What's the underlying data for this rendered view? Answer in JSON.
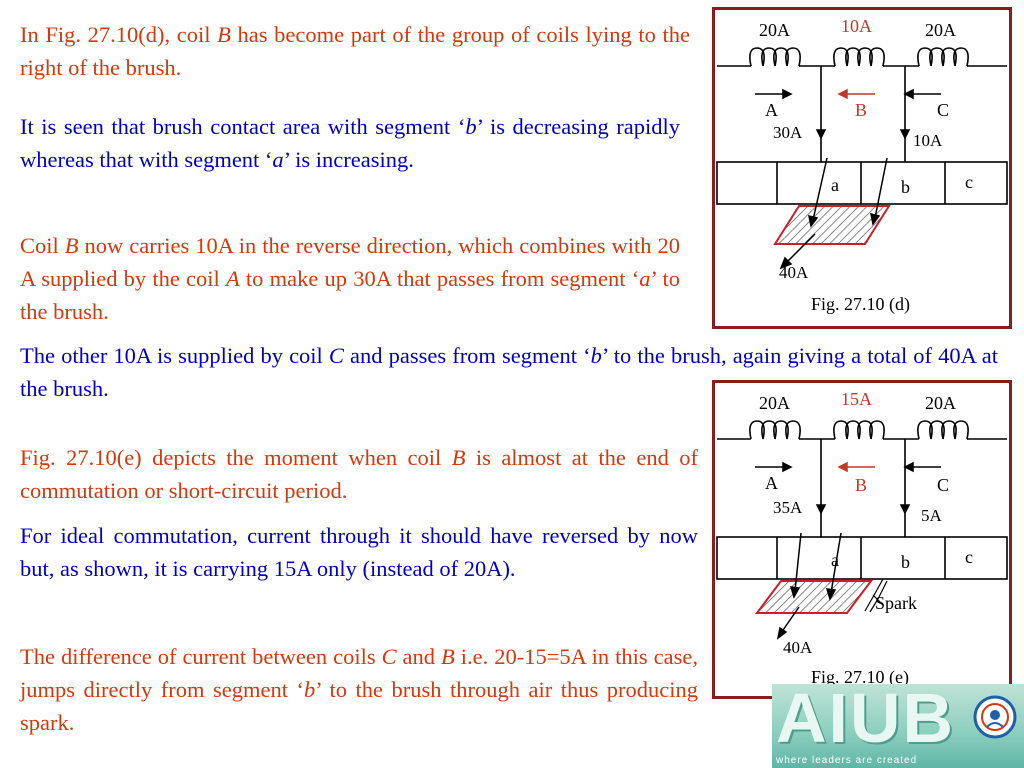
{
  "paragraphs": {
    "p1": {
      "pre": "In Fig. 27.10(d), coil ",
      "coil": "B",
      "post": " has become part of the group of coils lying to the right of the brush."
    },
    "p2": {
      "pre": "It is seen that brush contact area with segment ‘",
      "seg1": "b",
      "mid": "’ is decreasing rapidly whereas that with segment ‘",
      "seg2": "a",
      "post": "’ is increasing."
    },
    "p3": {
      "pre": "Coil ",
      "coil_b": "B",
      "mid1": " now carries 10A in the reverse direction, which combines with 20 A supplied by the coil ",
      "coil_a": "A",
      "mid2": " to make up 30A that passes from segment ‘",
      "seg": "a",
      "post": "’ to the brush."
    },
    "p4": {
      "pre": "The other 10A is supplied by coil ",
      "coil": "C",
      "mid": " and passes from segment ‘",
      "seg": "b",
      "post": "’ to the brush, again giving a total of 40A at the brush."
    },
    "p5": {
      "pre": "Fig. 27.10(e) depicts the moment when coil ",
      "coil": "B",
      "post": " is almost at the end of commutation or short-circuit period."
    },
    "p6": {
      "text": "For ideal commutation, current through it should have reversed by now but, as shown, it is carrying 15A only (instead of 20A)."
    },
    "p7": {
      "pre": "The difference of current between coils ",
      "coil_c": "C",
      "mid1": " and ",
      "coil_b": "B",
      "mid2": " i.e. 20-15=5A in this case, jumps directly from segment ‘",
      "seg": "b",
      "post": "’ to the brush through air thus producing spark."
    }
  },
  "figure_d": {
    "coil_a_current": "20A",
    "coil_b_current": "10A",
    "coil_c_current": "20A",
    "coil_a_label": "A",
    "coil_b_label": "B",
    "coil_c_label": "C",
    "left_lead_current": "30A",
    "right_lead_current": "10A",
    "segment_a": "a",
    "segment_b": "b",
    "segment_c": "c",
    "brush_current": "40A",
    "caption": "Fig. 27.10 (d)"
  },
  "figure_e": {
    "coil_a_current": "20A",
    "coil_b_current": "15A",
    "coil_c_current": "20A",
    "coil_a_label": "A",
    "coil_b_label": "B",
    "coil_c_label": "C",
    "left_lead_current": "35A",
    "right_lead_current": "5A",
    "segment_a": "a",
    "segment_b": "b",
    "segment_c": "c",
    "spark_label": "Spark",
    "brush_current": "40A",
    "caption": "Fig. 27.10 (e)"
  },
  "logo": {
    "letters": "AIUB",
    "tagline": "where leaders are created"
  },
  "colors": {
    "text_red": "#d4380d",
    "text_blue": "#0000c8",
    "frame": "#8b1c1c",
    "brush_hatch": "#c8202a"
  }
}
